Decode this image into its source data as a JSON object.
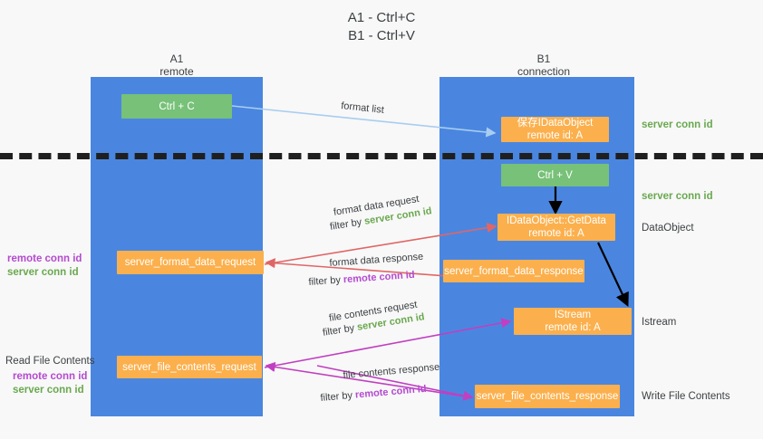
{
  "title": {
    "line1": "A1 - Ctrl+C",
    "line2": "B1 - Ctrl+V"
  },
  "columns": [
    {
      "name": "A1",
      "sub": "remote"
    },
    {
      "name": "B1",
      "sub": "connection"
    }
  ],
  "colors": {
    "lane": "#4a86e0",
    "green_box": "#77c178",
    "orange_box": "#fbb04d",
    "server_conn_id": "#6aa84f",
    "remote_conn_id": "#b44ad0",
    "arrow_blue": "#a8cdf0",
    "arrow_red": "#e06666",
    "arrow_magenta": "#c13fc1",
    "arrow_black": "#000000",
    "dashed_line": "#1f1f1f"
  },
  "boxes": {
    "ctrl_c": "Ctrl + C",
    "ctrl_v": "Ctrl + V",
    "save_idataobject_l1": "保存IDataObject",
    "save_idataobject_l2": "remote id: A",
    "getdata_l1": "IDataObject::GetData",
    "getdata_l2": "remote id: A",
    "istream_l1": "IStream",
    "istream_l2": "remote id: A",
    "server_format_data_request": "server_format_data_request",
    "server_format_data_response": "server_format_data_response",
    "server_file_contents_request": "server_file_contents_request",
    "server_file_contents_response": "server_file_contents_response"
  },
  "right_labels": {
    "server_conn_id_top": "server conn id",
    "server_conn_id_mid": "server conn id",
    "dataobject": "DataObject",
    "istream": "Istream",
    "write_file_contents": "Write File Contents"
  },
  "left_labels": {
    "remote_conn_id_1": "remote conn id",
    "server_conn_id_1": "server conn id",
    "read_file_contents": "Read File Contents",
    "remote_conn_id_2": "remote conn id",
    "server_conn_id_2": "server conn id"
  },
  "arrow_labels": {
    "format_list": "format list",
    "format_data_request": "format data request",
    "format_data_request_filter_prefix": "filter by ",
    "format_data_request_filter_value": "server conn id",
    "format_data_response": "format data response",
    "format_data_response_filter_prefix": "filter by ",
    "format_data_response_filter_value": "remote conn id",
    "file_contents_request": "file contents request",
    "file_contents_request_filter_prefix": "filter by ",
    "file_contents_request_filter_value": "server conn id",
    "file_contents_response": "file contents response",
    "file_contents_response_filter_prefix": "filter by ",
    "file_contents_response_filter_value": "remote conn id"
  }
}
